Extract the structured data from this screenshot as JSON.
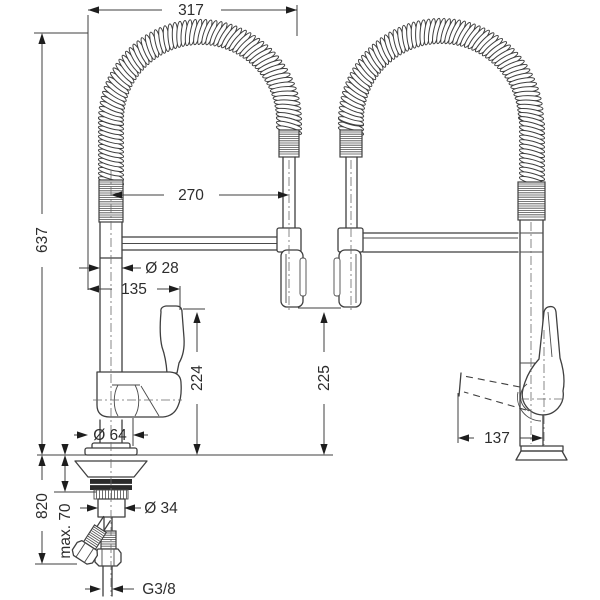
{
  "colors": {
    "line": "#3f3f3f",
    "text": "#2d2d2d",
    "background": "#ffffff"
  },
  "dimensions": {
    "overall_width": "317",
    "spring_span": "270",
    "height_above_counter": "637",
    "riser_diameter": "Ø 28",
    "spout_offset": "135",
    "handle_height": "224",
    "sprayer_clearance": "225",
    "base_diameter": "Ø 64",
    "handle_swing_reach": "137",
    "shank_diameter": "Ø 34",
    "hose_length": "820",
    "max_deck_thickness": "max. 70",
    "connection_thread": "G3/8"
  }
}
